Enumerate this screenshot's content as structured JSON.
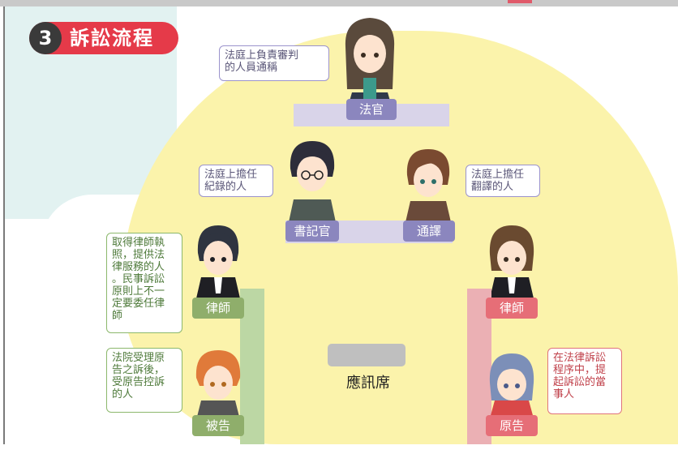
{
  "title": {
    "number": "3",
    "text": "訴訟流程"
  },
  "roles": {
    "judge": {
      "label": "法官",
      "note": "法庭上負責審判\n的人員通稱"
    },
    "clerk": {
      "label": "書記官",
      "note": "法庭上擔任\n紀錄的人"
    },
    "interpreter": {
      "label": "通譯",
      "note": "法庭上擔任\n翻譯的人"
    },
    "defense_lawyer": {
      "label": "律師",
      "note": "取得律師執\n照，提供法\n律服務的人\n。民事訴訟\n原則上不一\n定要委任律\n師"
    },
    "plaintiff_lawyer": {
      "label": "律師"
    },
    "defendant": {
      "label": "被告",
      "note": "法院受理原\n告之訴後，\n受原告控訴\n的人"
    },
    "plaintiff": {
      "label": "原告",
      "note": "在法律訴訟\n程序中，提\n起訴訟的當\n事人"
    }
  },
  "witness_seat": {
    "label": "應訊席"
  },
  "colors": {
    "accent_red": "#e53a49",
    "purple": "#8b86be",
    "green": "#8fae6b",
    "pink": "#e66e77",
    "yellow_bg": "#fbf3ab",
    "teal_bg": "#e2f2f1"
  },
  "icons": [
    "judge-figure-icon",
    "clerk-figure-icon",
    "interpreter-figure-icon",
    "defense-lawyer-figure-icon",
    "plaintiff-lawyer-figure-icon",
    "defendant-figure-icon",
    "plaintiff-figure-icon"
  ]
}
